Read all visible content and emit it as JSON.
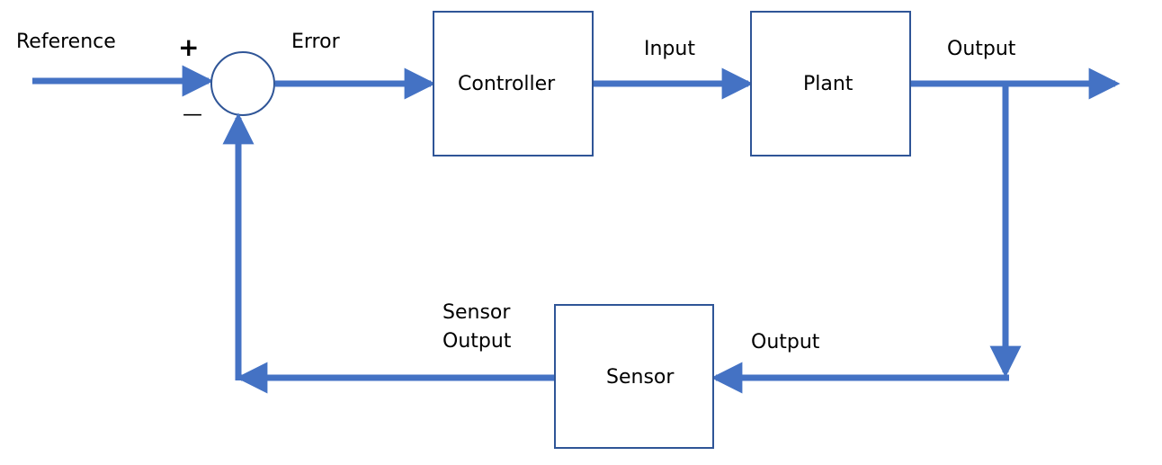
{
  "colors": {
    "signal_line": "#4472c4",
    "block_border": "#2f5597",
    "text": "#000000",
    "background": "#ffffff"
  },
  "labels": {
    "reference": "Reference",
    "plus_sign": "+",
    "minus_sign": "—",
    "error": "Error",
    "input": "Input",
    "output_forward": "Output",
    "output_feedback": "Output",
    "sensor_output_line1": "Sensor",
    "sensor_output_line2": "Output"
  },
  "blocks": {
    "controller": "Controller",
    "plant": "Plant",
    "sensor": "Sensor"
  }
}
